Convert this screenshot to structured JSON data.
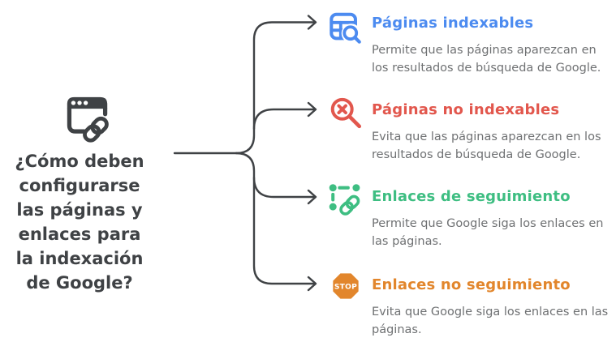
{
  "page": {
    "background": "#ffffff"
  },
  "connector": {
    "color": "#3F4245",
    "style": "curved-arrows"
  },
  "center": {
    "icon": "browser-link-icon",
    "icon_color": "#3F4245",
    "title": "¿Cómo deben\nconfigurarse\nlas páginas y\nenlaces para\nla indexación\nde Google?",
    "title_color": "#3F4245"
  },
  "description_color": "#6F7173",
  "branches": [
    {
      "icon": "table-search-icon",
      "color": "#4C8BF0",
      "title": "Páginas indexables",
      "description": "Permite que las páginas aparezcan en los resultados de búsqueda de Google."
    },
    {
      "icon": "search-error-icon",
      "color": "#E2574D",
      "title": "Páginas no indexables",
      "description": "Evita que las páginas aparezcan en los resultados de búsqueda de Google."
    },
    {
      "icon": "tracked-links-icon",
      "color": "#3EBE82",
      "title": "Enlaces de seguimiento",
      "description": "Permite que Google siga los enlaces en las páginas."
    },
    {
      "icon": "stop-sign-icon",
      "color": "#E2862C",
      "icon_label": "STOP",
      "title": "Enlaces no seguimiento",
      "description": "Evita que Google siga los enlaces en las páginas."
    }
  ]
}
